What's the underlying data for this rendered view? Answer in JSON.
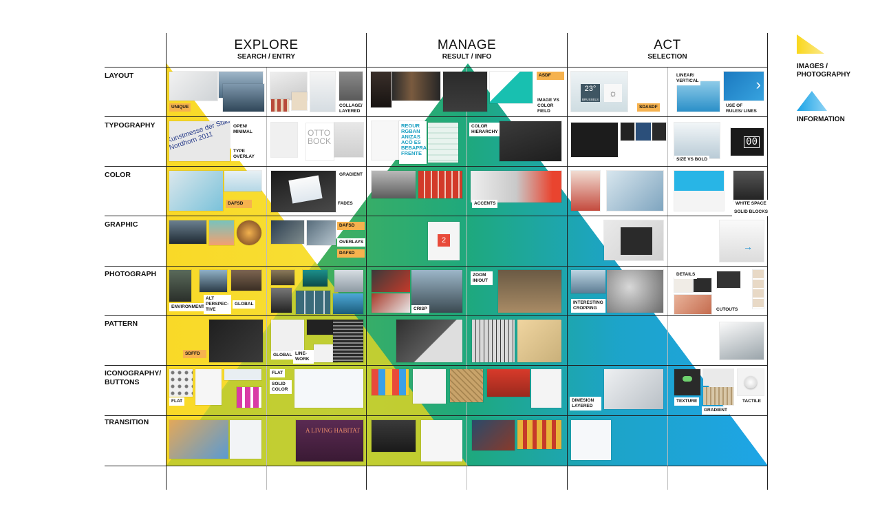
{
  "columns": [
    {
      "title": "EXPLORE",
      "subtitle": "SEARCH / ENTRY"
    },
    {
      "title": "MANAGE",
      "subtitle": "RESULT / INFO"
    },
    {
      "title": "ACT",
      "subtitle": "SELECTION"
    }
  ],
  "rows": [
    "LAYOUT",
    "TYPOGRAPHY",
    "COLOR",
    "GRAPHIC",
    "PHOTOGRAPH",
    "PATTERN",
    "ICONOGRAPHY/ BUTTONS",
    "TRANSITION"
  ],
  "legend": [
    {
      "label": "IMAGES / PHOTOGRAPHY",
      "color": "#f9d71c"
    },
    {
      "label": "INFORMATION",
      "color": "#1fa6e8"
    }
  ],
  "colors": {
    "yellow": "#f9d71c",
    "green": "#3fae5a",
    "blue": "#1aa3e6",
    "orange_tag": "#f6b24e",
    "grid": "#222222"
  },
  "tags": [
    {
      "text": "UNIQUE",
      "style": "orange"
    },
    {
      "text": "COLLAGE/ LAYERED",
      "style": "white"
    },
    {
      "text": "ASDF",
      "style": "orange"
    },
    {
      "text": "IMAGE VS COLOR FIELD",
      "style": "white"
    },
    {
      "text": "SDASDF",
      "style": "orange"
    },
    {
      "text": "LINEAR/ VERTICAL",
      "style": "white"
    },
    {
      "text": "USE OF RULES/ LINES",
      "style": "white"
    },
    {
      "text": "OPEN/ MINIMAL",
      "style": "white"
    },
    {
      "text": "TYPE OVERLAY",
      "style": "white"
    },
    {
      "text": "COLOR HIERARCHY",
      "style": "white"
    },
    {
      "text": "SIZE VS BOLD",
      "style": "white"
    },
    {
      "text": "GRADIENT",
      "style": "white"
    },
    {
      "text": "DAFSD",
      "style": "orange"
    },
    {
      "text": "FADES",
      "style": "white"
    },
    {
      "text": "ACCENTS",
      "style": "white"
    },
    {
      "text": "WHITE SPACE",
      "style": "white"
    },
    {
      "text": "SOLID BLOCKS",
      "style": "white"
    },
    {
      "text": "DAFSD",
      "style": "orange"
    },
    {
      "text": "OVERLAYS",
      "style": "white"
    },
    {
      "text": "DAFSD",
      "style": "orange"
    },
    {
      "text": "ENVIRONMENT",
      "style": "white"
    },
    {
      "text": "ALT PERSPEC- TIVE",
      "style": "white"
    },
    {
      "text": "GLOBAL",
      "style": "white"
    },
    {
      "text": "ZOOM IN/OUT",
      "style": "white"
    },
    {
      "text": "CRISP",
      "style": "white"
    },
    {
      "text": "INTERESTING CROPPING",
      "style": "white"
    },
    {
      "text": "DETAILS",
      "style": "white"
    },
    {
      "text": "CUTOUTS",
      "style": "white"
    },
    {
      "text": "SDFFD",
      "style": "orange"
    },
    {
      "text": "GLOBAL",
      "style": "white"
    },
    {
      "text": "LINE- WORK",
      "style": "white"
    },
    {
      "text": "FLAT",
      "style": "white"
    },
    {
      "text": "FLAT",
      "style": "white"
    },
    {
      "text": "SOLID COLOR",
      "style": "white"
    },
    {
      "text": "DIMESION LAYERED",
      "style": "white"
    },
    {
      "text": "TEXTURE",
      "style": "white"
    },
    {
      "text": "GRADIENT",
      "style": "white"
    },
    {
      "text": "TACTILE",
      "style": "white"
    }
  ],
  "weather_widget": {
    "temp": "23°",
    "city": "BRUSSELS"
  },
  "thumb_text": {
    "type_poster": "Kunstmesse der Stadt Nordhorn 2011",
    "otto_bock": "OTTO BOCK",
    "type_stack": "REOUR RGBAN ANIZAS ACÖ ES BEBAPRA FRENTE",
    "clock": "00",
    "book_title": "A LIVING HABITAT",
    "step_number": "2"
  }
}
